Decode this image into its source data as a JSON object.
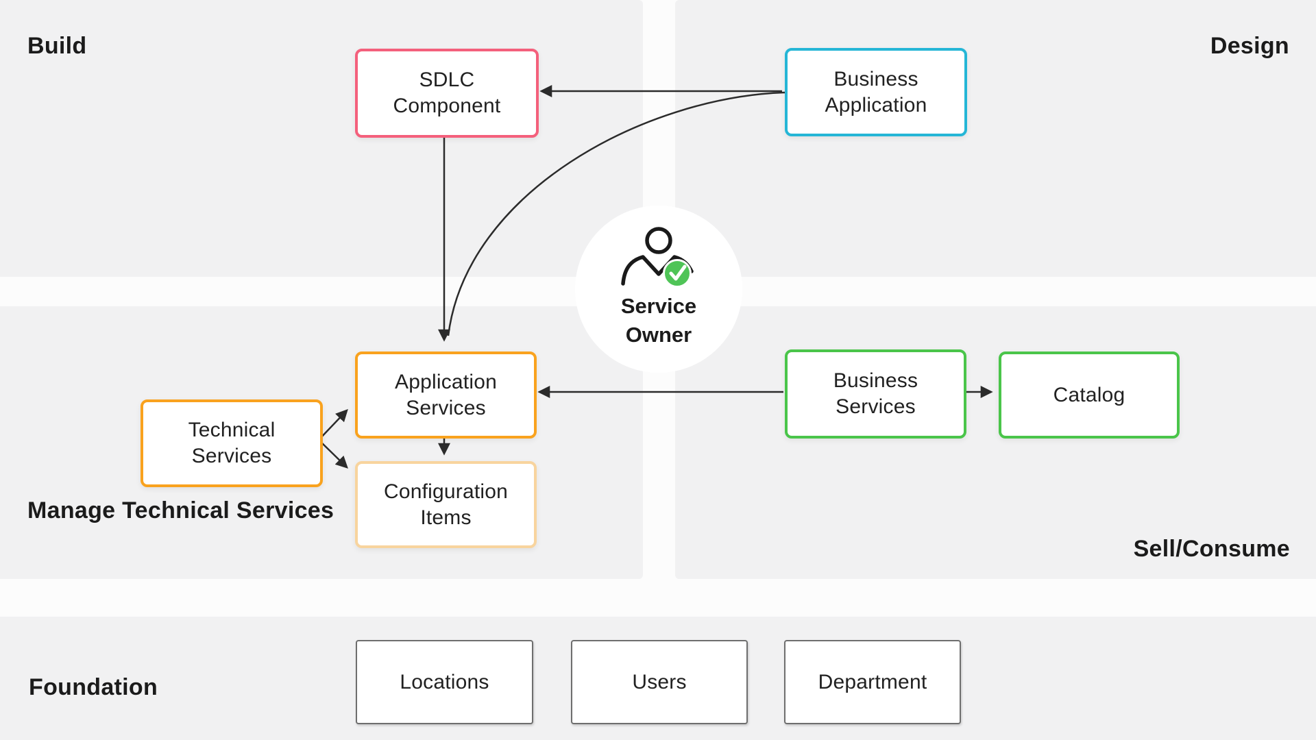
{
  "diagram": {
    "arrow_color": "#2b2b2b",
    "canvas_background": "#fcfcfc",
    "panel_background": "#f1f1f2"
  },
  "labels": {
    "build": "Build",
    "design": "Design",
    "manage_line1": "Manage",
    "manage_line2": "Technical Services",
    "sell_consume": "Sell/Consume",
    "foundation": "Foundation"
  },
  "center": {
    "icon": "person-with-check-icon",
    "line1": "Service",
    "line2": "Owner",
    "badge_color": "#4fc457",
    "badge_check_color": "#ffffff",
    "person_color": "#1a1a1a"
  },
  "boxes": {
    "sdlc": {
      "line1": "SDLC",
      "line2": "Component",
      "border": "#f4607c"
    },
    "business_application": {
      "line1": "Business",
      "line2": "Application",
      "border": "#25b6d6"
    },
    "application_services": {
      "line1": "Application",
      "line2": "Services",
      "border": "#f9a21e"
    },
    "technical_services": {
      "line1": "Technical",
      "line2": "Services",
      "border": "#f9a21e"
    },
    "configuration_items": {
      "line1": "Configuration",
      "line2": "Items",
      "border": "#f8d49e"
    },
    "business_services": {
      "line1": "Business",
      "line2": "Services",
      "border": "#4ac54a"
    },
    "catalog": {
      "line1": "Catalog",
      "line2": "",
      "border": "#4ac54a"
    },
    "locations": {
      "line1": "Locations",
      "line2": "",
      "border": "#6e6e6e"
    },
    "users": {
      "line1": "Users",
      "line2": "",
      "border": "#6e6e6e"
    },
    "department": {
      "line1": "Department",
      "line2": "",
      "border": "#6e6e6e"
    }
  }
}
